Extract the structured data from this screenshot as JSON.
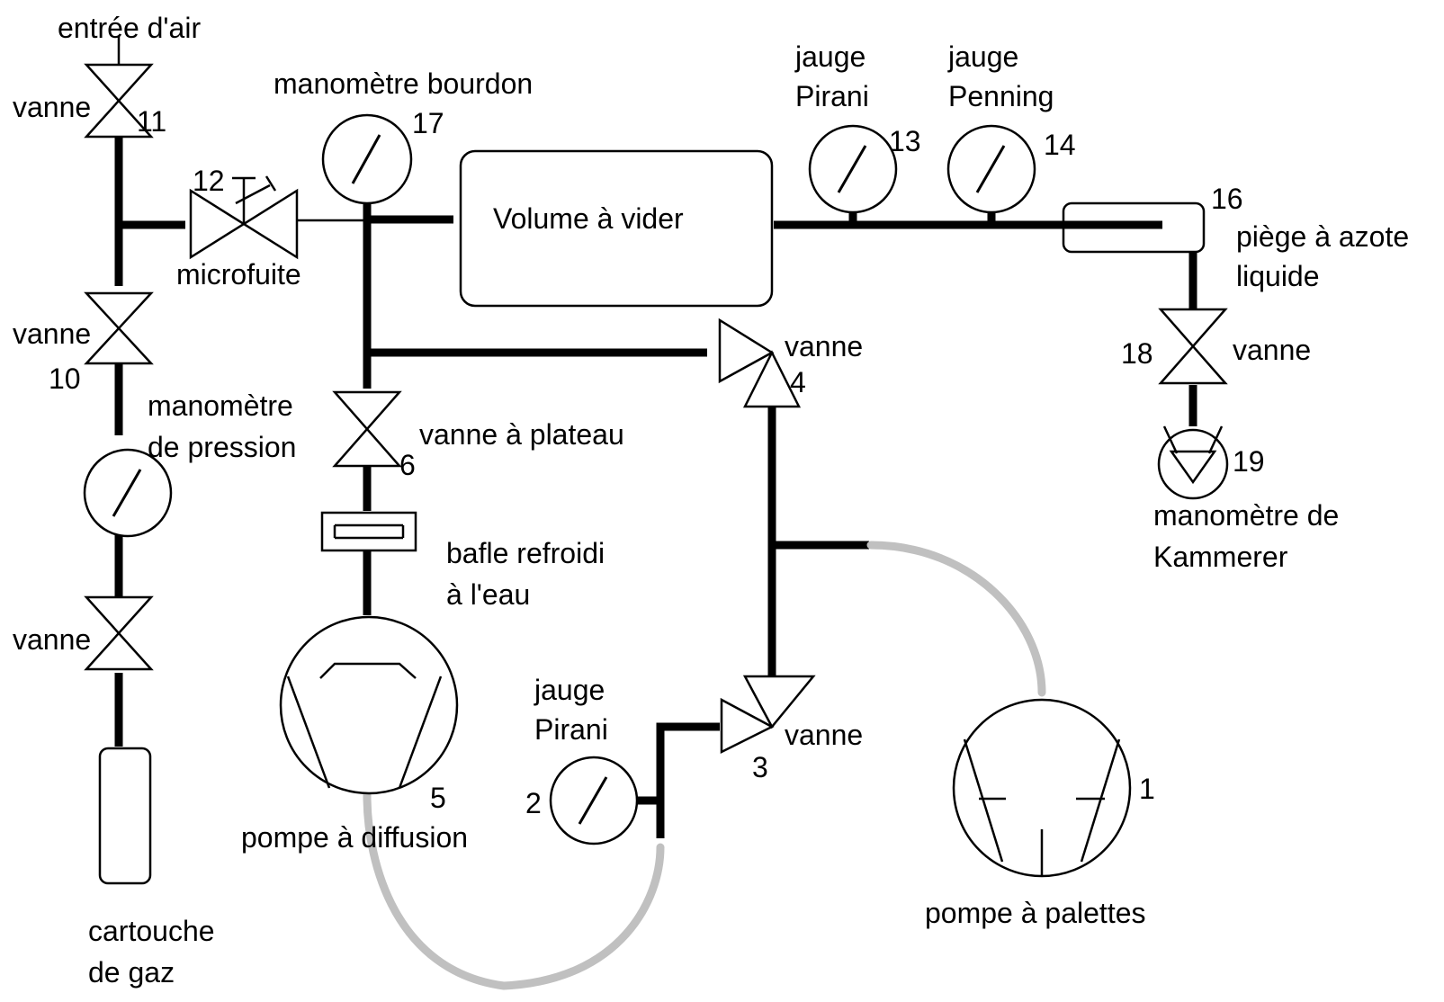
{
  "labels": {
    "air_inlet": "entrée d'air",
    "valve": "vanne",
    "bourdon_gauge": "manomètre bourdon",
    "gauge": "jauge",
    "pirani": "Pirani",
    "penning": "Penning",
    "volume": "Volume à vider",
    "microleak": "microfuite",
    "trap_line1": "piège à azote",
    "trap_line2": "liquide",
    "pressure_gauge_line1": "manomètre",
    "pressure_gauge_line2": "de pression",
    "gate_valve": "vanne à plateau",
    "baffle_line1": "bafle refroidi",
    "baffle_line2": "à l'eau",
    "kammerer_line1": "manomètre de",
    "kammerer_line2": "Kammerer",
    "diffusion_pump": "pompe à diffusion",
    "rotary_pump": "pompe à palettes",
    "cylinder_line1": "cartouche",
    "cylinder_line2": "de gaz"
  },
  "numbers": {
    "n1": "1",
    "n2": "2",
    "n3": "3",
    "n4": "4",
    "n5": "5",
    "n6": "6",
    "n10": "10",
    "n11": "11",
    "n12": "12",
    "n13": "13",
    "n14": "14",
    "n16": "16",
    "n17": "17",
    "n18": "18",
    "n19": "19"
  },
  "colors": {
    "line": "#000000",
    "flexible_hose": "#c0c0c0",
    "background": "#ffffff"
  }
}
